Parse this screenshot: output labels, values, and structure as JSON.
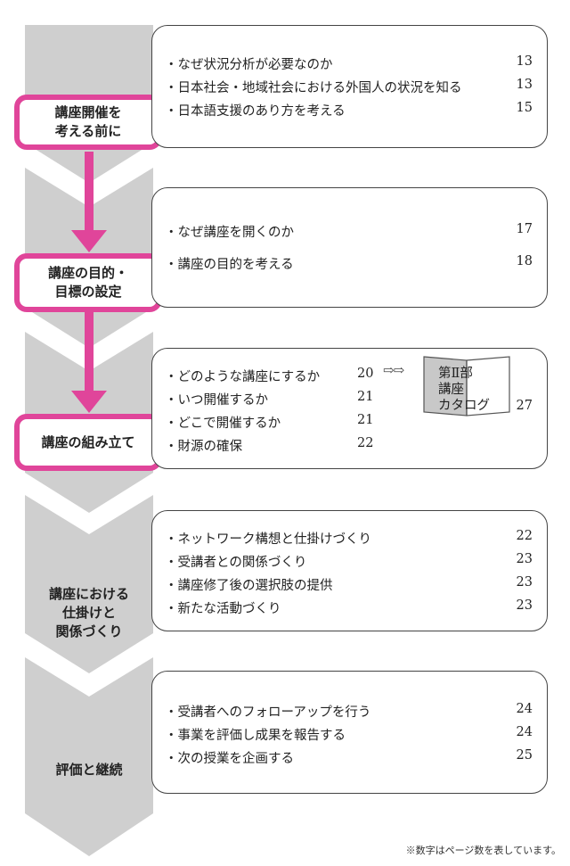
{
  "stages": [
    {
      "label_line1": "講座開催を",
      "label_line2": "考える前に",
      "label_line3": "",
      "highlighted": true,
      "items": [
        {
          "text": "・なぜ状況分析が必要なのか",
          "page": "13"
        },
        {
          "text": "・日本社会・地域社会における外国人の状況を知る",
          "page": "13"
        },
        {
          "text": "・日本語支援のあり方を考える",
          "page": "15"
        }
      ]
    },
    {
      "label_line1": "講座の目的・",
      "label_line2": "目標の設定",
      "label_line3": "",
      "highlighted": true,
      "items": [
        {
          "text": "・なぜ講座を開くのか",
          "page": "17"
        },
        {
          "text": "・講座の目的を考える",
          "page": "18"
        }
      ]
    },
    {
      "label_line1": "講座の組み立て",
      "label_line2": "",
      "label_line3": "",
      "highlighted": true,
      "items": [
        {
          "text": "・どのような講座にするか",
          "page": "20"
        },
        {
          "text": "・いつ開催するか",
          "page": "21"
        },
        {
          "text": "・どこで開催するか",
          "page": "21"
        },
        {
          "text": "・財源の確保",
          "page": "22"
        }
      ],
      "catalog": {
        "line1": "第Ⅱ部",
        "line2": "講座",
        "line3": "カタログ",
        "page": "27",
        "arrow": "⇨⇨"
      }
    },
    {
      "label_line1": "講座における",
      "label_line2": "仕掛けと",
      "label_line3": "関係づくり",
      "highlighted": false,
      "items": [
        {
          "text": "・ネットワーク構想と仕掛けづくり",
          "page": "22"
        },
        {
          "text": "・受講者との関係づくり",
          "page": "23"
        },
        {
          "text": "・講座修了後の選択肢の提供",
          "page": "23"
        },
        {
          "text": "・新たな活動づくり",
          "page": "23"
        }
      ]
    },
    {
      "label_line1": "評価と継続",
      "label_line2": "",
      "label_line3": "",
      "highlighted": false,
      "items": [
        {
          "text": "・受講者へのフォローアップを行う",
          "page": "24"
        },
        {
          "text": "・事業を評価し成果を報告する",
          "page": "24"
        },
        {
          "text": "・次の授業を企画する",
          "page": "25"
        }
      ]
    }
  ],
  "footnote": "※数字はページ数を表しています。",
  "colors": {
    "chevron": "#cfcfcf",
    "highlight": "#e0459a",
    "border": "#444444"
  }
}
